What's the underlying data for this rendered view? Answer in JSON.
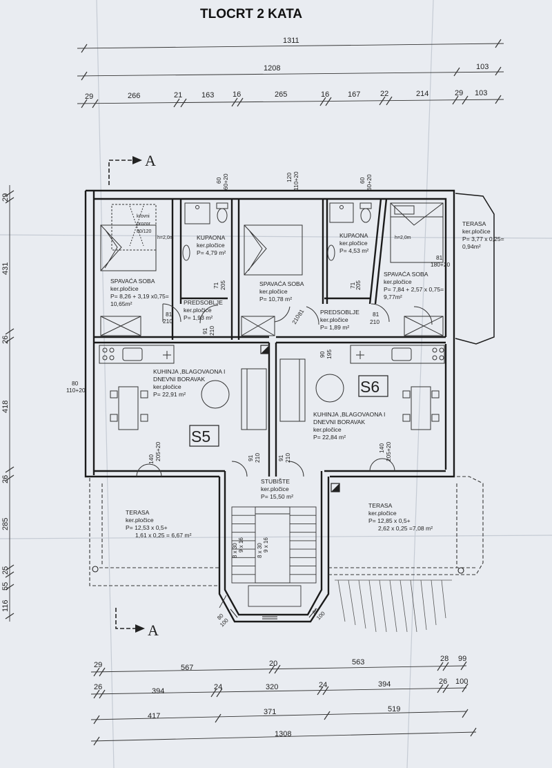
{
  "title": "TLOCRT 2 KATA",
  "section_label": "A",
  "dimensions": {
    "top_total": "1311",
    "top_row2": [
      "1208",
      "103"
    ],
    "top_row3": [
      "29",
      "266",
      "21",
      "163",
      "16",
      "265",
      "16",
      "167",
      "22",
      "214",
      "29",
      "103"
    ],
    "bottom_row1": [
      "29",
      "567",
      "20",
      "563",
      "28",
      "99"
    ],
    "bottom_row2": [
      "26",
      "394",
      "24",
      "320",
      "24",
      "394",
      "26",
      "100"
    ],
    "bottom_row3": [
      "417",
      "371",
      "519"
    ],
    "bottom_total": "1308",
    "left_vertical": [
      "29",
      "431",
      "26",
      "418",
      "26",
      "285",
      "25",
      "55",
      "116"
    ]
  },
  "openings": {
    "window_60": "60",
    "window_60_20": "60+20",
    "window_120": "120",
    "window_110_20": "110+20",
    "door_71": "71",
    "door_205": "205",
    "door_81": "81",
    "door_210": "210",
    "door_91": "91",
    "door_90": "90",
    "door_195": "195",
    "door_140": "140",
    "door_205_20": "205+20",
    "win_80": "80",
    "win_110_20": "110+20",
    "win_180_20": "180+20",
    "stair_8x30": "8 x 30",
    "stair_9x16": "9 x 16",
    "stair_80": "80",
    "stair_100": "100"
  },
  "units": {
    "s5": "S5",
    "s6": "S6"
  },
  "rooms": {
    "spavaca1": {
      "name": "SPAVAĆA SOBA",
      "finish": "ker.pločice",
      "area1": "P= 8,26 + 3,19 x0,75=",
      "area2": "10,65m²"
    },
    "roof_window": {
      "l1": "krovni",
      "l2": "prozor",
      "l3": "80/120"
    },
    "h20": "h=2,0m",
    "kupaona1": {
      "name": "KUPAONA",
      "finish": "ker.pločice",
      "area": "P= 4,79 m²"
    },
    "predsoblje1": {
      "name": "PREDSOBLJE",
      "finish": "ker.pločice",
      "area": "P= 1,93 m²"
    },
    "spavaca2": {
      "name": "SPAVAĆA SOBA",
      "finish": "ker.pločice",
      "area": "P= 10,78 m²"
    },
    "kupaona2": {
      "name": "KUPAONA",
      "finish": "ker.pločice",
      "area": "P= 4,53 m²"
    },
    "predsoblje2": {
      "name": "PREDSOBLJE",
      "finish": "ker.pločice",
      "area": "P= 1,89 m²"
    },
    "spavaca3": {
      "name": "SPAVAĆA SOBA",
      "finish": "ker.pločice",
      "area1": "P= 7,84 + 2,57 x 0,75=",
      "area2": "9,77m²"
    },
    "terasa_small": {
      "name": "TERASA",
      "finish": "ker.pločice",
      "area1": "P= 3,77 x 0,25=",
      "area2": "0,94m²"
    },
    "kuhinja1": {
      "l1": "KUHINJA ,BLAGOVAONA I",
      "l2": "DNEVNI BORAVAK",
      "finish": "ker.pločice",
      "area": "P= 22,91 m²"
    },
    "kuhinja2": {
      "l1": "KUHINJA ,BLAGOVAONA I",
      "l2": "DNEVNI BORAVAK",
      "finish": "ker.pločice",
      "area": "P= 22,84 m²"
    },
    "stubiste": {
      "name": "STUBIŠTE",
      "finish": "ker.pločice",
      "area": "P= 15,50 m²"
    },
    "terasa1": {
      "name": "TERASA",
      "finish": "ker.pločice",
      "area1": "P= 12,53 x 0,5+",
      "area2": "1,61 x 0,25 = 6,67 m²"
    },
    "terasa2": {
      "name": "TERASA",
      "finish": "ker.pločice",
      "area1": "P= 12,85 x 0,5+",
      "area2": "2,62 x 0,25 =7,08 m²"
    }
  }
}
